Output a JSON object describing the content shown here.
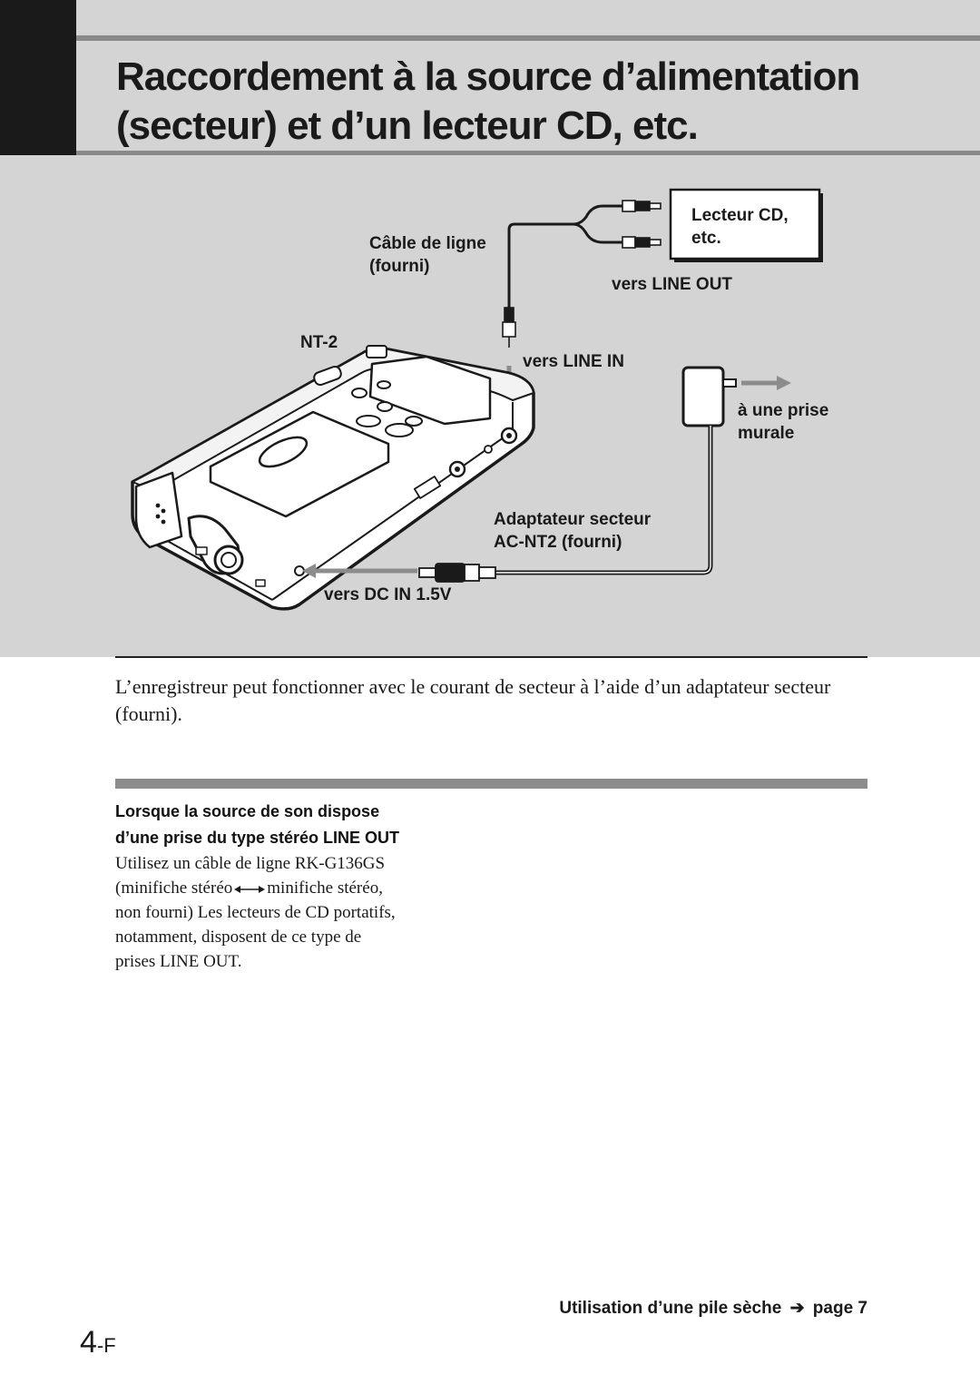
{
  "title": {
    "line1": "Raccordement à la source d’alimentation",
    "line2": "(secteur) et d’un lecteur CD, etc."
  },
  "diagram": {
    "cd_player_label_line1": "Lecteur CD,",
    "cd_player_label_line2": "etc.",
    "line_cable_label_line1": "Câble de ligne",
    "line_cable_label_line2": "(fourni)",
    "to_line_out": "vers LINE OUT",
    "device_model": "NT-2",
    "to_line_in": "vers LINE IN",
    "wall_outlet_line1": "à une prise",
    "wall_outlet_line2": "murale",
    "ac_adaptor_line1": "Adaptateur secteur",
    "ac_adaptor_line2": "AC-NT2 (fourni)",
    "to_dc_in": "vers DC IN 1.5V"
  },
  "intro": "L’enregistreur peut fonctionner avec le courant de secteur à l’aide d’un adaptateur secteur (fourni).",
  "note": {
    "heading_line1": "Lorsque la source de son dispose",
    "heading_line2": "d’une prise du type stéréo LINE OUT",
    "body_line1": "Utilisez un câble de ligne RK-G136GS",
    "body_line2a": "(minifiche stéréo",
    "body_line2b": "minifiche stéréo,",
    "body_line3": "non fourni) Les lecteurs de CD portatifs,",
    "body_line4": "notamment, disposent de ce type de",
    "body_line5": "prises LINE OUT."
  },
  "footer": {
    "link_text": "Utilisation d’une pile sèche",
    "link_arrow": "➔",
    "link_page": "page 7",
    "page_number": "4",
    "page_suffix": "-F"
  }
}
